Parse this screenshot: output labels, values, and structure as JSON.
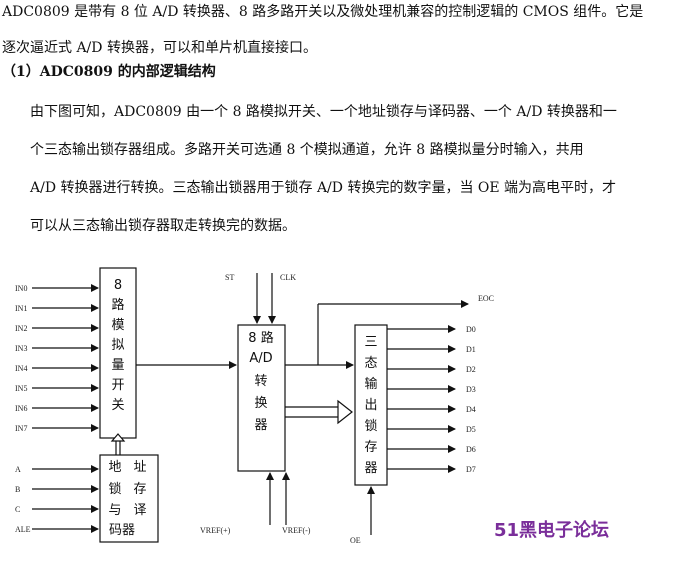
{
  "paragraphs": {
    "intro_line1": "ADC0809 是带有 8 位 A/D 转换器、8 路多路开关以及微处理机兼容的控制逻辑的 CMOS 组件。它是",
    "intro_line2": "逐次逼近式 A/D 转换器，可以和单片机直接接口。",
    "section_heading": "（1）ADC0809 的内部逻辑结构",
    "body_line1": "由下图可知，ADC0809 由一个 8 路模拟开关、一个地址锁存与译码器、一个 A/D 转换器和一",
    "body_line2": "个三态输出锁存器组成。多路开关可选通 8 个模拟通道，允许 8 路模拟量分时输入，共用",
    "body_line3": "A/D 转换器进行转换。三态输出锁器用于锁存 A/D 转换完的数字量，当 OE 端为高电平时，才",
    "body_line4": "可以从三态输出锁存器取走转换完的数据。"
  },
  "diagram": {
    "analog_inputs": [
      "IN0",
      "IN1",
      "IN2",
      "IN3",
      "IN4",
      "IN5",
      "IN6",
      "IN7"
    ],
    "address_inputs": [
      "A",
      "B",
      "C",
      "ALE"
    ],
    "mux_block": [
      "8",
      "路",
      "模",
      "拟",
      "量",
      "开",
      "关"
    ],
    "latch_block": [
      "地",
      "址",
      "锁",
      "存",
      "与",
      "译",
      "码器"
    ],
    "adc_block": [
      "8 路",
      "A/D",
      "转",
      "换",
      "器"
    ],
    "output_block": [
      "三",
      "态",
      "输",
      "出",
      "锁",
      "存",
      "器"
    ],
    "st_label": "ST",
    "clk_label": "CLK",
    "eoc_label": "EOC",
    "vref_plus": "VREF(+)",
    "vref_minus": "VREF(-)",
    "oe_label": "OE",
    "outputs": [
      "D0",
      "D1",
      "D2",
      "D3",
      "D4",
      "D5",
      "D6",
      "D7"
    ]
  },
  "watermark": "51黑电子论坛"
}
